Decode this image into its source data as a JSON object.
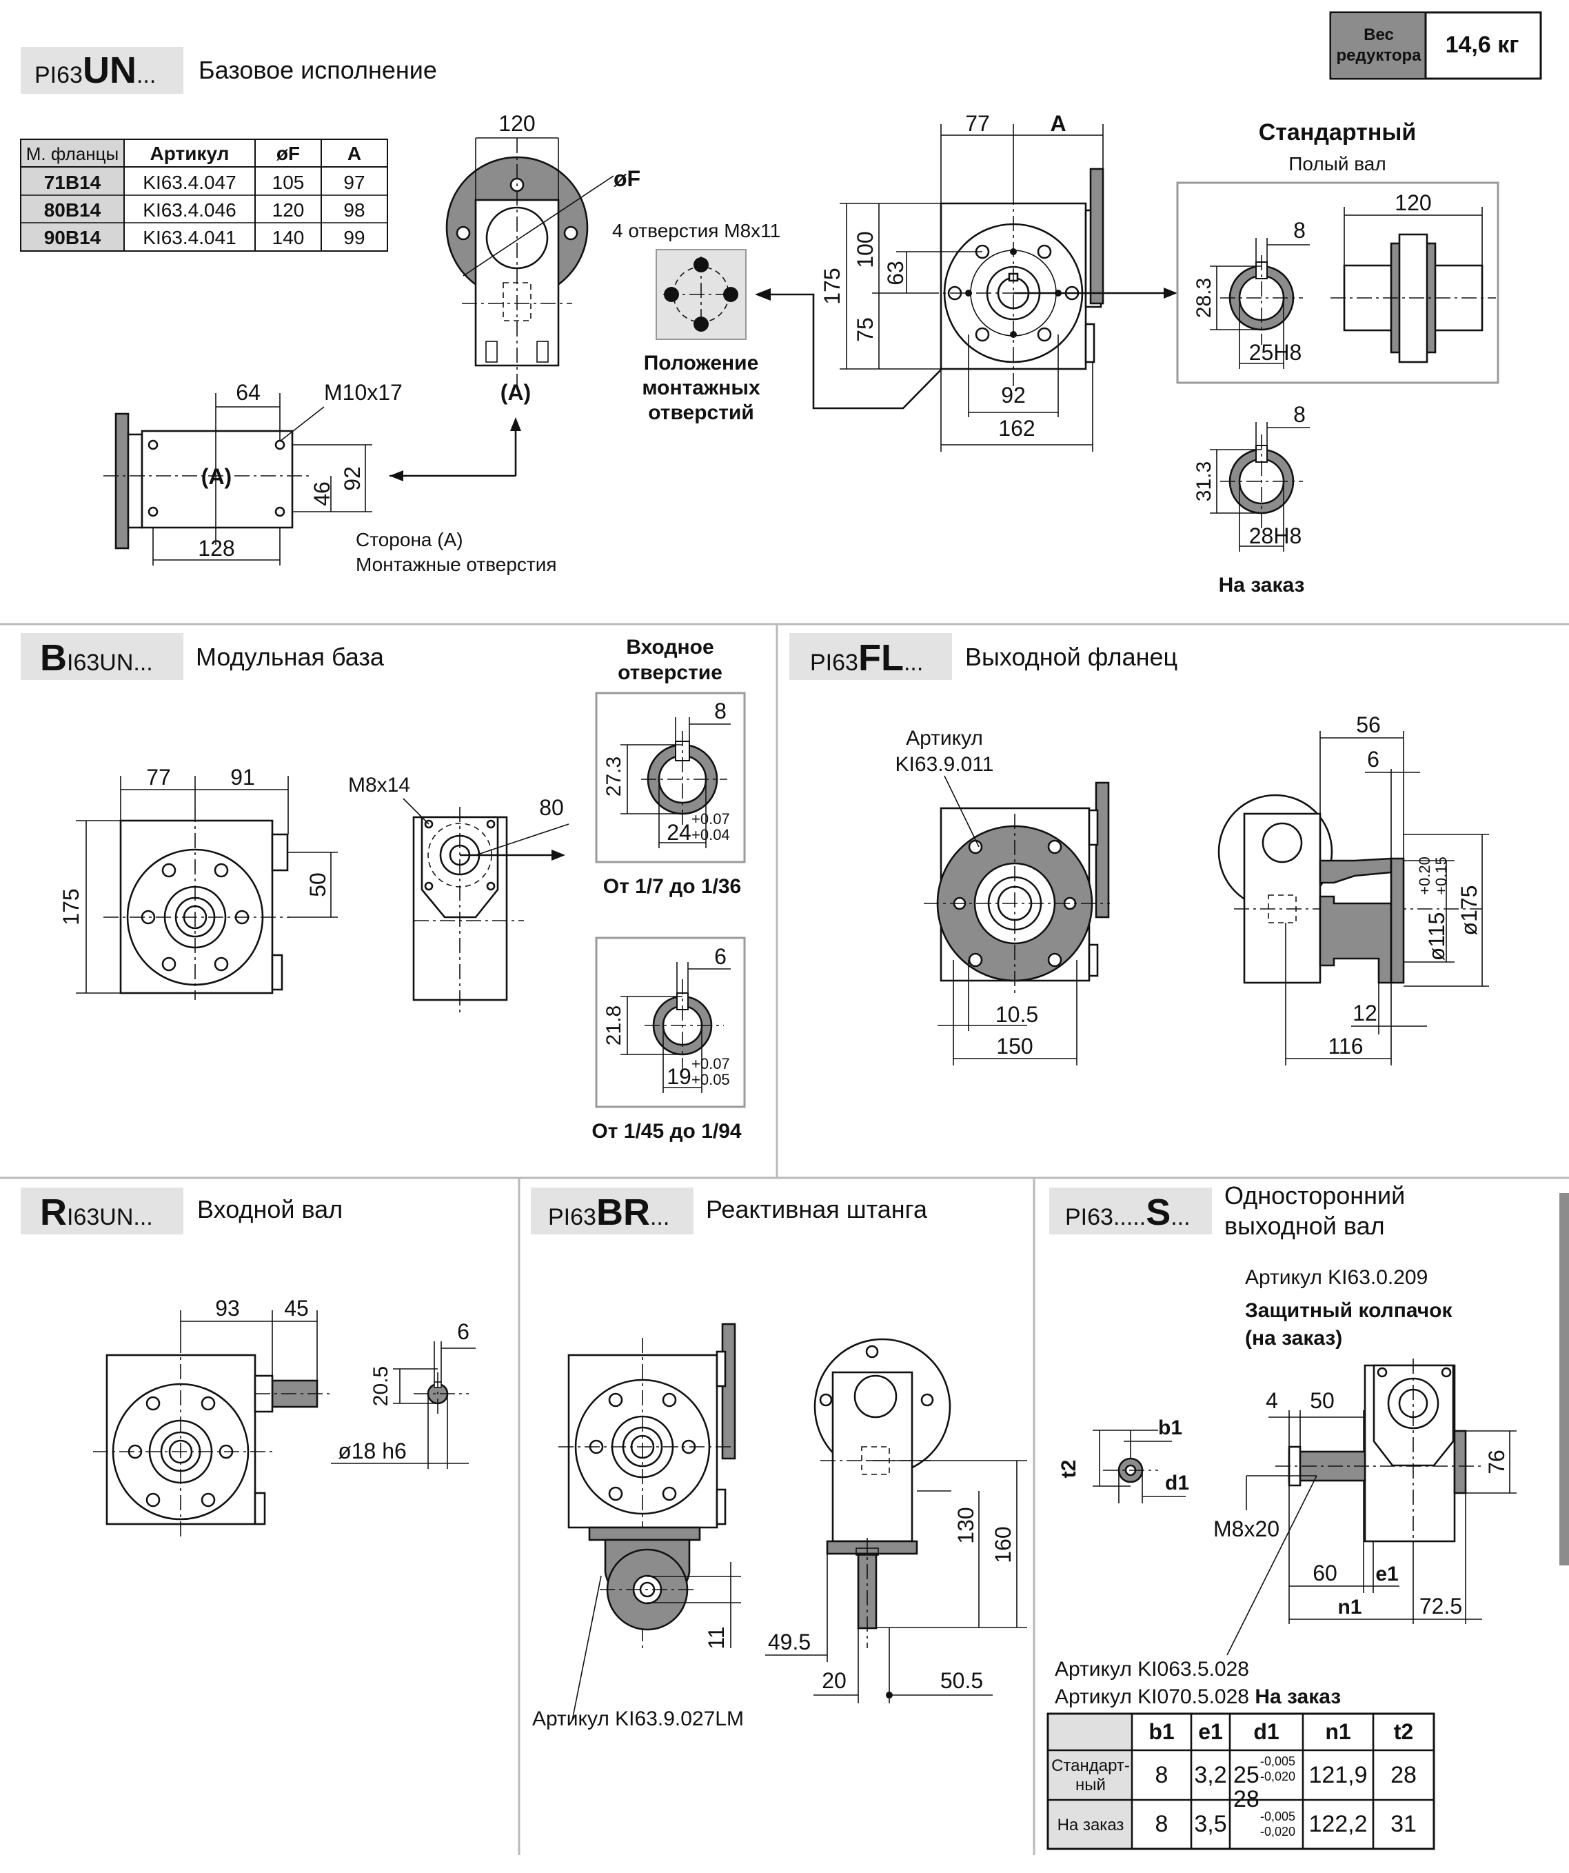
{
  "weight": {
    "label_line1": "Вес",
    "label_line2": "редуктора",
    "value": "14,6 кг"
  },
  "sections": {
    "un": {
      "code_prefix": "PI63",
      "code_bold": "UN",
      "code_suffix": "...",
      "title": "Базовое исполнение"
    },
    "b": {
      "code_bold": "B",
      "code_rest": "I63UN...",
      "title": "Модульная база"
    },
    "fl": {
      "code_prefix": "PI63",
      "code_bold": "FL",
      "code_suffix": "...",
      "title": "Выходной фланец"
    },
    "r": {
      "code_bold": "R",
      "code_rest": "I63UN...",
      "title": "Входной вал"
    },
    "br": {
      "code_prefix": "PI63",
      "code_bold": "BR",
      "code_suffix": "...",
      "title": "Реактивная штанга"
    },
    "s": {
      "code_prefix": "PI63.....",
      "code_bold": "S",
      "code_suffix": "...",
      "title_line1": "Односторонний",
      "title_line2": "выходной вал"
    }
  },
  "flange_table": {
    "headers": [
      "М. фланцы",
      "Артикул",
      "øF",
      "A"
    ],
    "rows": [
      [
        "71B14",
        "KI63.4.047",
        "105",
        "97"
      ],
      [
        "80B14",
        "KI63.4.046",
        "120",
        "98"
      ],
      [
        "90B14",
        "KI63.4.041",
        "140",
        "99"
      ]
    ]
  },
  "un_labels": {
    "dim_120_top": "120",
    "phiF": "øF",
    "a_mark": "(A)",
    "holes": "4 отверстия M8x11",
    "holes_pos_1": "Положение",
    "holes_pos_2": "монтажных",
    "holes_pos_3": "отверстий",
    "dim_64": "64",
    "m10": "M10x17",
    "a_center": "(A)",
    "dim_46": "46",
    "dim_92v": "92",
    "dim_128": "128",
    "side_a_1": "Сторона (A)",
    "side_a_2": "Монтажные отверстия",
    "dim_77": "77",
    "dim_A": "A",
    "dim_175": "175",
    "dim_100": "100",
    "dim_63": "63",
    "dim_75": "75",
    "dim_92": "92",
    "dim_162": "162",
    "standard_title": "Стандартный",
    "standard_sub": "Полый вал",
    "std_8": "8",
    "std_28_3": "28.3",
    "std_25h8": "25H8",
    "std_120": "120",
    "opt_8": "8",
    "opt_31_3": "31.3",
    "opt_28h8": "28H8",
    "on_order": "На заказ"
  },
  "b_labels": {
    "dim_77": "77",
    "dim_91": "91",
    "dim_175": "175",
    "dim_50": "50",
    "m8x14": "M8x14",
    "dim_80": "80",
    "inlet_1": "Входное",
    "inlet_2": "отверстие",
    "k1_8": "8",
    "k1_27_3": "27.3",
    "k1_24": "24",
    "k1_tol_up": "+0.07",
    "k1_tol_dn": "+0.04",
    "k1_range": "От 1/7 до 1/36",
    "k2_6": "6",
    "k2_21_8": "21.8",
    "k2_19": "19",
    "k2_tol_up": "+0.07",
    "k2_tol_dn": "+0.05",
    "k2_range": "От 1/45 до 1/94"
  },
  "fl_labels": {
    "art_1": "Артикул",
    "art_2": "KI63.9.011",
    "dim_10_5": "10.5",
    "dim_150": "150",
    "dim_56": "56",
    "dim_6": "6",
    "dim_115": "ø115",
    "tol_up": "+0.20",
    "tol_dn": "+0.15",
    "dim_175": "ø175",
    "dim_12": "12",
    "dim_116": "116"
  },
  "r_labels": {
    "dim_93": "93",
    "dim_45": "45",
    "dim_6": "6",
    "dim_20_5": "20.5",
    "dim_18": "ø18 h6"
  },
  "br_labels": {
    "dim_130": "130",
    "dim_160": "160",
    "dim_11": "11",
    "dim_49_5": "49.5",
    "dim_20": "20",
    "dim_50_5": "50.5",
    "art": "Артикул KI63.9.027LM"
  },
  "s_labels": {
    "art_cap": "Артикул KI63.0.209",
    "cap_1": "Защитный колпачок",
    "cap_2": "(на заказ)",
    "b1": "b1",
    "t2": "t2",
    "d1": "d1",
    "dim_4": "4",
    "dim_50": "50",
    "m8x20": "M8x20",
    "dim_76": "76",
    "dim_60": "60",
    "e1": "e1",
    "n1": "n1",
    "dim_72_5": "72.5",
    "art_std": "Артикул KI063.5.028",
    "art_opt_code": "Артикул KI070.5.028",
    "art_opt_tag": "На заказ"
  },
  "s_table": {
    "headers": [
      "",
      "b1",
      "e1",
      "d1",
      "n1",
      "t2"
    ],
    "d1_std_base": "25",
    "d1_opt_base": "28",
    "d1_tol_up": "-0,005",
    "d1_tol_dn": "-0,020",
    "rows": [
      {
        "label_1": "Стандарт-",
        "label_2": "ный",
        "b1": "8",
        "e1": "3,2",
        "n1": "121,9",
        "t2": "28"
      },
      {
        "label_1": "На заказ",
        "label_2": "",
        "b1": "8",
        "e1": "3,5",
        "n1": "122,2",
        "t2": "31"
      }
    ]
  }
}
